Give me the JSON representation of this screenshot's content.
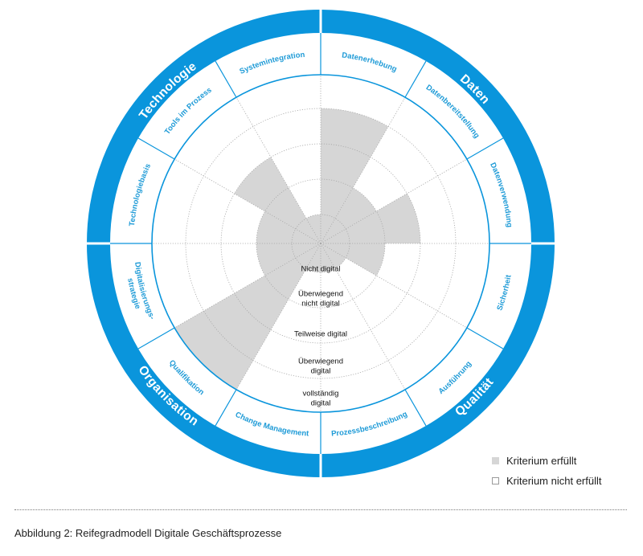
{
  "levels": [
    {
      "lines": [
        "Nicht digital"
      ]
    },
    {
      "lines": [
        "Überwiegend",
        "nicht digital"
      ]
    },
    {
      "lines": [
        "Teilweise digital"
      ]
    },
    {
      "lines": [
        "Überwiegend",
        "digital"
      ]
    },
    {
      "lines": [
        "vollständig",
        "digital"
      ]
    }
  ],
  "domains": [
    {
      "name": "Daten"
    },
    {
      "name": "Qualität"
    },
    {
      "name": "Organisation"
    },
    {
      "name": "Technologie"
    }
  ],
  "segments": [
    {
      "name": "Datenerhebung",
      "level": 4
    },
    {
      "name": "Datenbereitstellung",
      "level": 2
    },
    {
      "name": "Datenverwendung",
      "level": 3
    },
    {
      "name": "Sicherheit",
      "level": 2
    },
    {
      "name": "Ausführung",
      "level": 1
    },
    {
      "name": "Prozessbeschreibung",
      "level": 1
    },
    {
      "name": "Change Management",
      "level": 1
    },
    {
      "name": "Qualifikation",
      "level": 5
    },
    {
      "name": "Digitalisierungs-\nstrategie",
      "level": 2
    },
    {
      "name": "Technologiebasis",
      "level": 2
    },
    {
      "name": "Tools im Prozess",
      "level": 3
    },
    {
      "name": "Systemintegration",
      "level": 1
    }
  ],
  "colors": {
    "ring_blue": "#0a95dc",
    "label_blue": "#1f9bd7",
    "fill_gray": "#d6d6d6",
    "grid_gray": "#a8a8a8"
  },
  "legend": {
    "filled_label": "Kriterium erfüllt",
    "empty_label": "Kriterium nicht erfüllt"
  },
  "caption": "Abbildung 2: Reifegradmodell Digitale Geschäftsprozesse"
}
